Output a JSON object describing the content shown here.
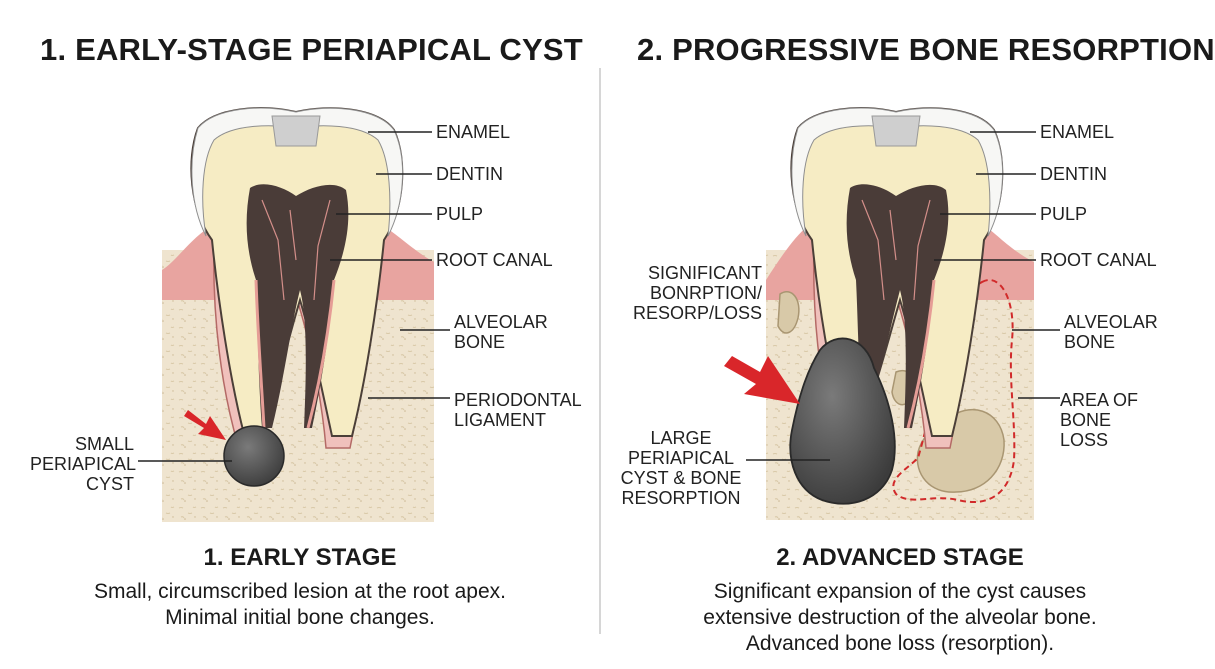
{
  "panel1": {
    "title": "1. EARLY-STAGE PERIAPICAL CYST",
    "labels": {
      "enamel": "ENAMEL",
      "dentin": "DENTIN",
      "pulp": "PULP",
      "root_canal": "ROOT CANAL",
      "alveolar_bone": [
        "ALVEOLAR",
        "BONE"
      ],
      "periodontal_ligament": [
        "PERIODONTAL",
        "LIGAMENT"
      ],
      "cyst": [
        "SMALL",
        "PERIAPICAL",
        "CYST"
      ]
    },
    "caption_heading": "1. EARLY STAGE",
    "caption_lines": [
      "Small, circumscribed lesion at the root apex.",
      "Minimal initial bone changes."
    ]
  },
  "panel2": {
    "title": "2. PROGRESSIVE BONE RESORPTION",
    "labels": {
      "enamel": "ENAMEL",
      "dentin": "DENTIN",
      "pulp": "PULP",
      "root_canal": "ROOT CANAL",
      "alveolar_bone": [
        "ALVEOLAR",
        "BONE"
      ],
      "bone_loss": [
        "AREA OF",
        "BONE",
        "LOSS"
      ],
      "resorption": [
        "SIGNIFICANT",
        "BONRPTION/",
        "RESORP/LOSS"
      ],
      "cyst": [
        "LARGE",
        "PERIAPICAL",
        "CYST & BONE",
        "RESORPTION"
      ]
    },
    "caption_heading": "2. ADVANCED STAGE",
    "caption_lines": [
      "Significant expansion of the cyst causes",
      "extensive destruction of the alveolar bone.",
      "Advanced bone loss (resorption)."
    ]
  },
  "colors": {
    "bone": "#efe4cf",
    "gum": "#e8a4a0",
    "enamel": "#f7f7f5",
    "dentin": "#f6ecc4",
    "pulp": "#4a3c38",
    "cyst": "#555555",
    "arrow": "#d9262a",
    "bone_loss_outline": "#d12a2a"
  }
}
